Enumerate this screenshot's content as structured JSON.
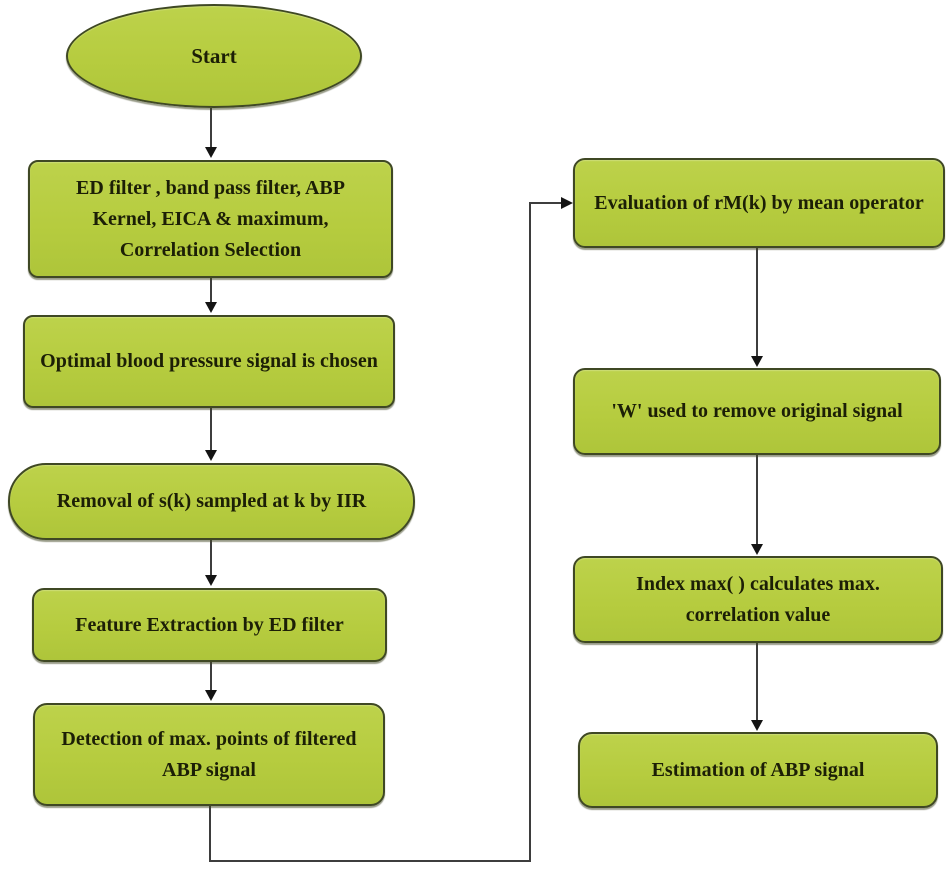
{
  "colors": {
    "node_fill": "#b6cc3f",
    "node_border": "#3f4824",
    "text": "#1c1f06",
    "connector_line": "#3d3d3d",
    "arrowhead": "#141414",
    "background": "#ffffff"
  },
  "flow": {
    "start": {
      "id": "start",
      "shape": "ellipse",
      "label": "Start"
    },
    "left": [
      {
        "id": "filter-selection",
        "label": "ED filter , band  pass filter, ABP Kernel, EICA & maximum, Correlation Selection"
      },
      {
        "id": "optimal-signal",
        "label": "Optimal blood pressure signal is chosen"
      },
      {
        "id": "removal-iir",
        "label": "Removal of s(k) sampled at k by IIR"
      },
      {
        "id": "feature-extraction",
        "label": "Feature Extraction by ED filter"
      },
      {
        "id": "detection-max-points",
        "label": "Detection of max. points of filtered ABP signal"
      }
    ],
    "right": [
      {
        "id": "evaluation-rmk",
        "label": "Evaluation of  rM(k)  by mean operator"
      },
      {
        "id": "remove-original",
        "label": "'W' used to remove original signal"
      },
      {
        "id": "index-max",
        "label": "Index max( ) calculates max. correlation value"
      },
      {
        "id": "estimation-abp",
        "label": "Estimation of ABP signal"
      }
    ],
    "edges": [
      {
        "from": "start",
        "to": "filter-selection"
      },
      {
        "from": "filter-selection",
        "to": "optimal-signal"
      },
      {
        "from": "optimal-signal",
        "to": "removal-iir"
      },
      {
        "from": "removal-iir",
        "to": "feature-extraction"
      },
      {
        "from": "feature-extraction",
        "to": "detection-max-points"
      },
      {
        "from": "detection-max-points",
        "to": "evaluation-rmk"
      },
      {
        "from": "evaluation-rmk",
        "to": "remove-original"
      },
      {
        "from": "remove-original",
        "to": "index-max"
      },
      {
        "from": "index-max",
        "to": "estimation-abp"
      }
    ]
  }
}
